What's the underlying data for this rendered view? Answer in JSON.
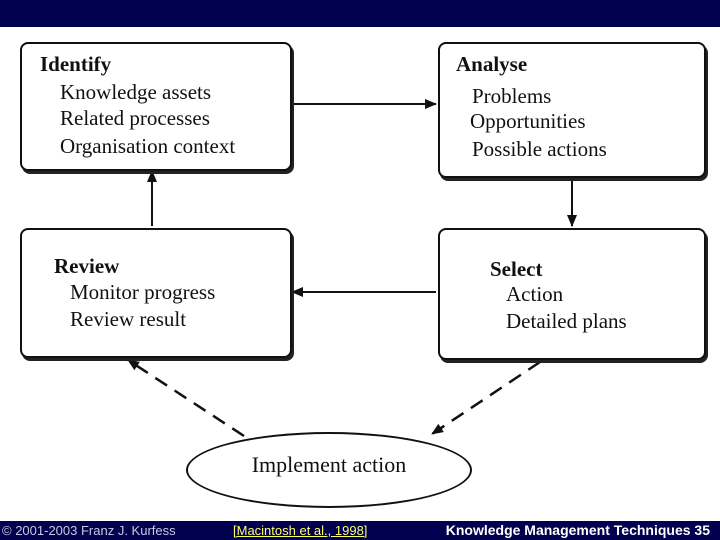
{
  "diagram": {
    "identify": {
      "title": "Identify",
      "items": [
        "Knowledge assets",
        "Related processes",
        "Organisation context"
      ]
    },
    "analyse": {
      "title": "Analyse",
      "items": [
        "Problems",
        "Opportunities",
        "Possible actions"
      ]
    },
    "review": {
      "title": "Review",
      "items": [
        "Monitor progress",
        "Review result"
      ]
    },
    "select": {
      "title": "Select",
      "items": [
        "Action",
        "Detailed plans"
      ]
    },
    "implement": {
      "label": "Implement action"
    }
  },
  "footer": {
    "copyright": "© 2001-2003 Franz J. Kurfess",
    "citation": "[Macintosh et al., 1998]",
    "course": "Knowledge Management Techniques 35"
  }
}
